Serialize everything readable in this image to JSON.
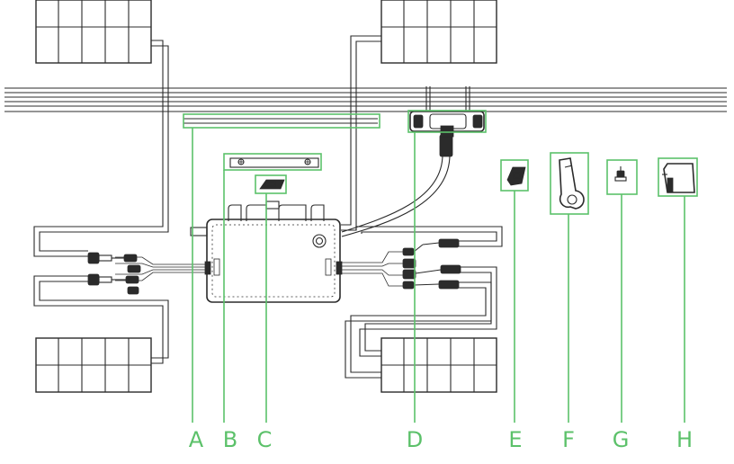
{
  "accent_color": "#5cc16a",
  "callouts": [
    {
      "label": "A"
    },
    {
      "label": "B"
    },
    {
      "label": "C"
    },
    {
      "label": "D"
    },
    {
      "label": "E"
    },
    {
      "label": "F"
    },
    {
      "label": "G"
    },
    {
      "label": "H"
    }
  ]
}
